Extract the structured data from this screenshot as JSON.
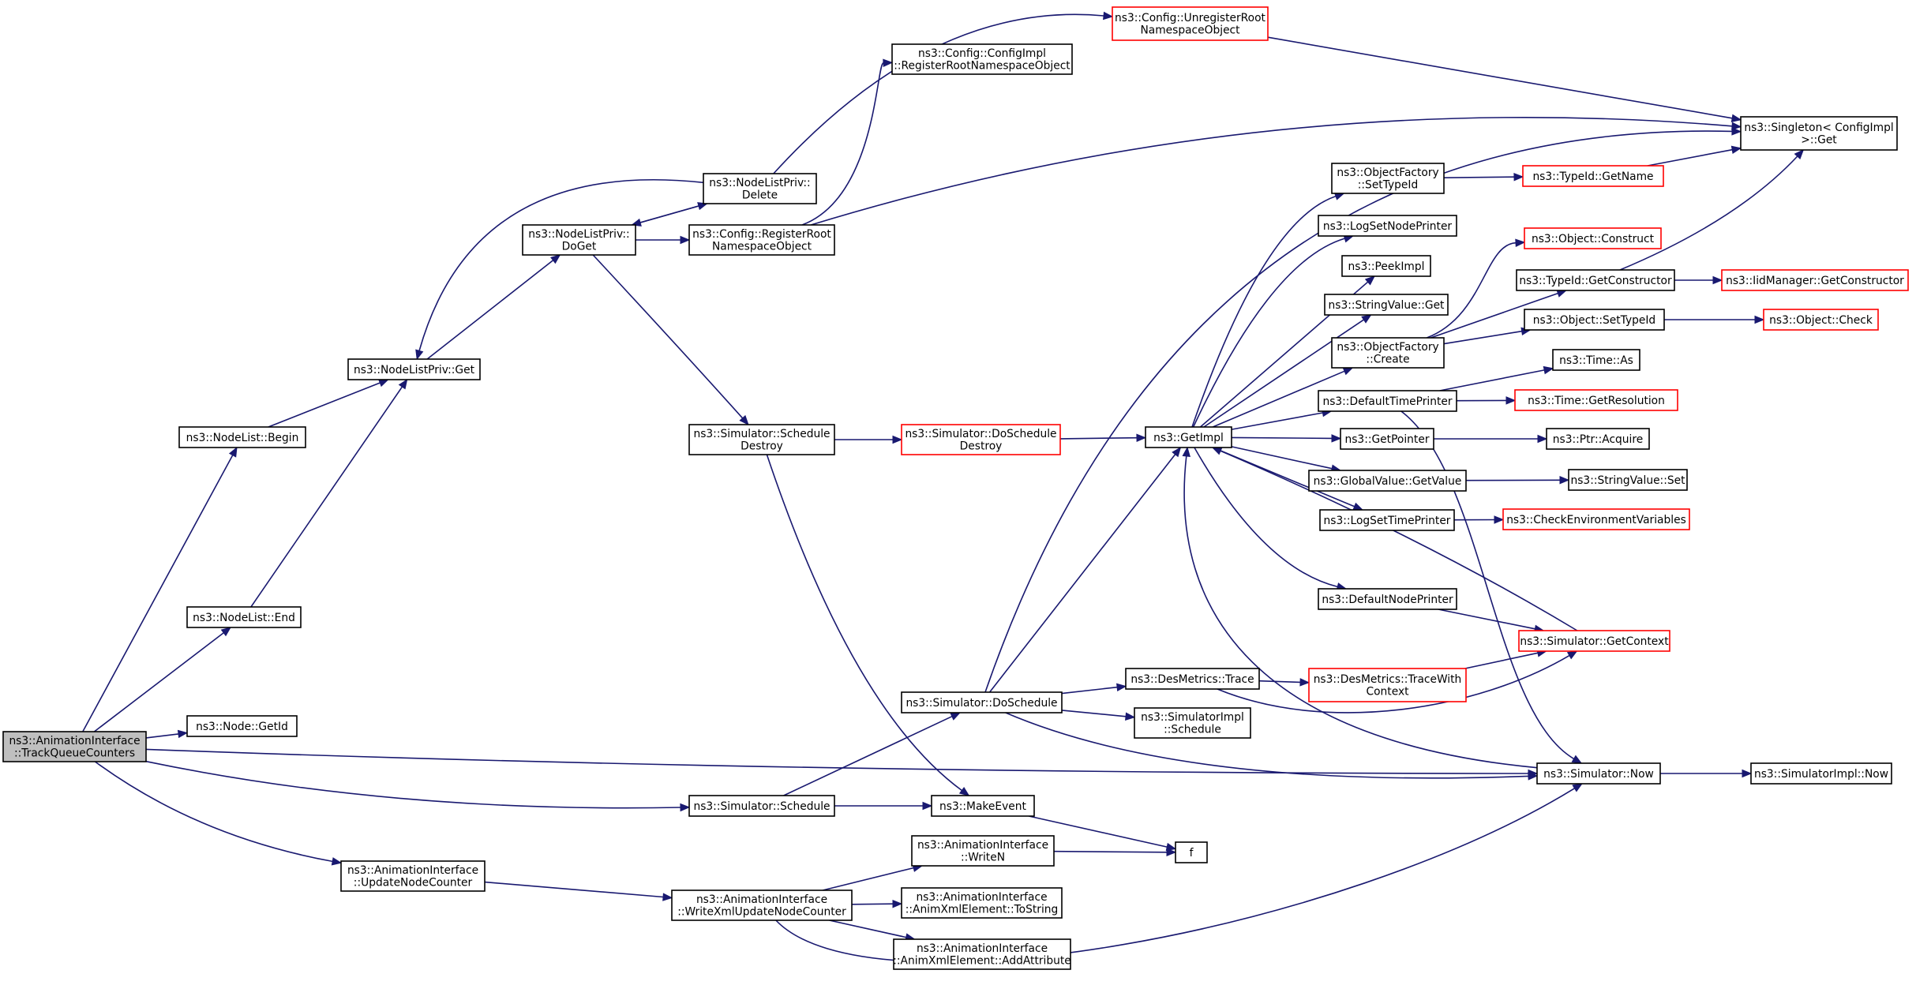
{
  "colors": {
    "edge": "#191970",
    "border_normal": "#000000",
    "border_truncated": "#ff0000",
    "fill_root": "#bfbfbf",
    "fill_normal": "#ffffff"
  },
  "nodes": {
    "trackqueue": {
      "lines": [
        "ns3::AnimationInterface",
        "::TrackQueueCounters"
      ],
      "style": "root"
    },
    "nodelist_begin": {
      "lines": [
        "ns3::NodeList::Begin"
      ],
      "style": "normal"
    },
    "nodelist_end": {
      "lines": [
        "ns3::NodeList::End"
      ],
      "style": "normal"
    },
    "node_getid": {
      "lines": [
        "ns3::Node::GetId"
      ],
      "style": "normal"
    },
    "update_node_counter": {
      "lines": [
        "ns3::AnimationInterface",
        "::UpdateNodeCounter"
      ],
      "style": "normal"
    },
    "nodelistpriv_get": {
      "lines": [
        "ns3::NodeListPriv::Get"
      ],
      "style": "normal"
    },
    "nodelistpriv_doget": {
      "lines": [
        "ns3::NodeListPriv::",
        "DoGet"
      ],
      "style": "normal"
    },
    "nodelistpriv_delete": {
      "lines": [
        "ns3::NodeListPriv::",
        "Delete"
      ],
      "style": "normal"
    },
    "config_register": {
      "lines": [
        "ns3::Config::RegisterRoot",
        "NamespaceObject"
      ],
      "style": "normal"
    },
    "simulator_schedule_destroy": {
      "lines": [
        "ns3::Simulator::Schedule",
        "Destroy"
      ],
      "style": "normal"
    },
    "simulator_schedule": {
      "lines": [
        "ns3::Simulator::Schedule"
      ],
      "style": "normal"
    },
    "write_xml_update": {
      "lines": [
        "ns3::AnimationInterface",
        "::WriteXmlUpdateNodeCounter"
      ],
      "style": "normal"
    },
    "config_unregister": {
      "lines": [
        "ns3::Config::UnregisterRoot",
        "NamespaceObject"
      ],
      "style": "truncated"
    },
    "configimpl_register": {
      "lines": [
        "ns3::Config::ConfigImpl",
        "::RegisterRootNamespaceObject"
      ],
      "style": "normal"
    },
    "simulator_doschedule_destroy": {
      "lines": [
        "ns3::Simulator::DoSchedule",
        "Destroy"
      ],
      "style": "truncated"
    },
    "simulator_doschedule": {
      "lines": [
        "ns3::Simulator::DoSchedule"
      ],
      "style": "normal"
    },
    "makeevent": {
      "lines": [
        "ns3::MakeEvent"
      ],
      "style": "normal"
    },
    "writen": {
      "lines": [
        "ns3::AnimationInterface",
        "::WriteN"
      ],
      "style": "normal"
    },
    "animxml_tostring": {
      "lines": [
        "ns3::AnimationInterface",
        "::AnimXmlElement::ToString"
      ],
      "style": "normal"
    },
    "animxml_addattribute": {
      "lines": [
        "ns3::AnimationInterface",
        "::AnimXmlElement::AddAttribute"
      ],
      "style": "normal"
    },
    "getimpl": {
      "lines": [
        "ns3::GetImpl"
      ],
      "style": "normal"
    },
    "desmetrics_trace": {
      "lines": [
        "ns3::DesMetrics::Trace"
      ],
      "style": "normal"
    },
    "simulatorimpl_schedule": {
      "lines": [
        "ns3::SimulatorImpl",
        "::Schedule"
      ],
      "style": "normal"
    },
    "f": {
      "lines": [
        "f"
      ],
      "style": "normal"
    },
    "objectfactory_settypeid": {
      "lines": [
        "ns3::ObjectFactory",
        "::SetTypeId"
      ],
      "style": "normal"
    },
    "logsetnodeprinter": {
      "lines": [
        "ns3::LogSetNodePrinter"
      ],
      "style": "normal"
    },
    "peekimpl": {
      "lines": [
        "ns3::PeekImpl"
      ],
      "style": "normal"
    },
    "stringvalue_get": {
      "lines": [
        "ns3::StringValue::Get"
      ],
      "style": "normal"
    },
    "objectfactory_create": {
      "lines": [
        "ns3::ObjectFactory",
        "::Create"
      ],
      "style": "normal"
    },
    "defaulttimeprinter": {
      "lines": [
        "ns3::DefaultTimePrinter"
      ],
      "style": "normal"
    },
    "getpointer": {
      "lines": [
        "ns3::GetPointer"
      ],
      "style": "normal"
    },
    "globalvalue_getvalue": {
      "lines": [
        "ns3::GlobalValue::GetValue"
      ],
      "style": "normal"
    },
    "logsettimeprinter": {
      "lines": [
        "ns3::LogSetTimePrinter"
      ],
      "style": "normal"
    },
    "defaultnodeprinter": {
      "lines": [
        "ns3::DefaultNodePrinter"
      ],
      "style": "normal"
    },
    "desmetrics_tracewithcontext": {
      "lines": [
        "ns3::DesMetrics::TraceWith",
        "Context"
      ],
      "style": "truncated"
    },
    "typeid_getname": {
      "lines": [
        "ns3::TypeId::GetName"
      ],
      "style": "truncated"
    },
    "object_construct": {
      "lines": [
        "ns3::Object::Construct"
      ],
      "style": "truncated"
    },
    "typeid_getconstructor": {
      "lines": [
        "ns3::TypeId::GetConstructor"
      ],
      "style": "normal"
    },
    "object_settypeid": {
      "lines": [
        "ns3::Object::SetTypeId"
      ],
      "style": "normal"
    },
    "time_as": {
      "lines": [
        "ns3::Time::As"
      ],
      "style": "normal"
    },
    "time_getresolution": {
      "lines": [
        "ns3::Time::GetResolution"
      ],
      "style": "truncated"
    },
    "ptr_acquire": {
      "lines": [
        "ns3::Ptr::Acquire"
      ],
      "style": "normal"
    },
    "stringvalue_set": {
      "lines": [
        "ns3::StringValue::Set"
      ],
      "style": "normal"
    },
    "checkenvvars": {
      "lines": [
        "ns3::CheckEnvironmentVariables"
      ],
      "style": "truncated"
    },
    "simulator_getcontext": {
      "lines": [
        "ns3::Simulator::GetContext"
      ],
      "style": "truncated"
    },
    "simulator_now": {
      "lines": [
        "ns3::Simulator::Now"
      ],
      "style": "normal"
    },
    "singleton_get": {
      "lines": [
        "ns3::Singleton< ConfigImpl",
        " >::Get"
      ],
      "style": "normal"
    },
    "iidmanager_getconstructor": {
      "lines": [
        "ns3::IidManager::GetConstructor"
      ],
      "style": "truncated"
    },
    "object_check": {
      "lines": [
        "ns3::Object::Check"
      ],
      "style": "truncated"
    },
    "simulatorimpl_now": {
      "lines": [
        "ns3::SimulatorImpl::Now"
      ],
      "style": "normal"
    }
  },
  "edges": [
    [
      "trackqueue",
      "nodelist_begin"
    ],
    [
      "trackqueue",
      "nodelist_end"
    ],
    [
      "trackqueue",
      "node_getid"
    ],
    [
      "trackqueue",
      "update_node_counter"
    ],
    [
      "trackqueue",
      "simulator_schedule"
    ],
    [
      "trackqueue",
      "simulator_now"
    ],
    [
      "nodelist_begin",
      "nodelistpriv_get"
    ],
    [
      "nodelist_end",
      "nodelistpriv_get"
    ],
    [
      "nodelistpriv_get",
      "nodelistpriv_doget"
    ],
    [
      "nodelistpriv_doget",
      "nodelistpriv_delete"
    ],
    [
      "nodelistpriv_doget",
      "config_register"
    ],
    [
      "nodelistpriv_doget",
      "simulator_schedule_destroy"
    ],
    [
      "nodelistpriv_delete",
      "nodelistpriv_doget"
    ],
    [
      "nodelistpriv_delete",
      "nodelistpriv_get"
    ],
    [
      "nodelistpriv_delete",
      "config_unregister"
    ],
    [
      "config_register",
      "configimpl_register"
    ],
    [
      "config_register",
      "singleton_get"
    ],
    [
      "config_unregister",
      "singleton_get"
    ],
    [
      "simulator_schedule_destroy",
      "simulator_doschedule_destroy"
    ],
    [
      "simulator_schedule_destroy",
      "makeevent"
    ],
    [
      "simulator_doschedule_destroy",
      "getimpl"
    ],
    [
      "simulator_schedule",
      "simulator_doschedule"
    ],
    [
      "simulator_schedule",
      "makeevent"
    ],
    [
      "simulator_doschedule",
      "getimpl"
    ],
    [
      "simulator_doschedule",
      "singleton_get"
    ],
    [
      "simulator_doschedule",
      "desmetrics_trace"
    ],
    [
      "simulator_doschedule",
      "simulatorimpl_schedule"
    ],
    [
      "simulator_doschedule",
      "simulator_now"
    ],
    [
      "makeevent",
      "f"
    ],
    [
      "update_node_counter",
      "write_xml_update"
    ],
    [
      "write_xml_update",
      "writen"
    ],
    [
      "write_xml_update",
      "animxml_tostring"
    ],
    [
      "write_xml_update",
      "animxml_addattribute"
    ],
    [
      "write_xml_update",
      "simulator_now"
    ],
    [
      "writen",
      "f"
    ],
    [
      "getimpl",
      "objectfactory_settypeid"
    ],
    [
      "getimpl",
      "logsetnodeprinter"
    ],
    [
      "getimpl",
      "peekimpl"
    ],
    [
      "getimpl",
      "stringvalue_get"
    ],
    [
      "getimpl",
      "objectfactory_create"
    ],
    [
      "getimpl",
      "defaulttimeprinter"
    ],
    [
      "getimpl",
      "getpointer"
    ],
    [
      "getimpl",
      "globalvalue_getvalue"
    ],
    [
      "getimpl",
      "logsettimeprinter"
    ],
    [
      "getimpl",
      "defaultnodeprinter"
    ],
    [
      "objectfactory_settypeid",
      "typeid_getname"
    ],
    [
      "typeid_getname",
      "singleton_get"
    ],
    [
      "objectfactory_create",
      "object_construct"
    ],
    [
      "objectfactory_create",
      "typeid_getconstructor"
    ],
    [
      "objectfactory_create",
      "object_settypeid"
    ],
    [
      "typeid_getconstructor",
      "iidmanager_getconstructor"
    ],
    [
      "typeid_getconstructor",
      "singleton_get"
    ],
    [
      "object_settypeid",
      "object_check"
    ],
    [
      "defaulttimeprinter",
      "time_as"
    ],
    [
      "defaulttimeprinter",
      "time_getresolution"
    ],
    [
      "defaulttimeprinter",
      "simulator_now"
    ],
    [
      "getpointer",
      "ptr_acquire"
    ],
    [
      "globalvalue_getvalue",
      "stringvalue_set"
    ],
    [
      "logsettimeprinter",
      "checkenvvars"
    ],
    [
      "defaultnodeprinter",
      "simulator_getcontext"
    ],
    [
      "desmetrics_trace",
      "desmetrics_tracewithcontext"
    ],
    [
      "desmetrics_trace",
      "simulator_getcontext"
    ],
    [
      "desmetrics_tracewithcontext",
      "simulator_getcontext"
    ],
    [
      "simulator_getcontext",
      "getimpl"
    ],
    [
      "simulator_now",
      "getimpl"
    ],
    [
      "simulator_now",
      "simulatorimpl_now"
    ]
  ]
}
